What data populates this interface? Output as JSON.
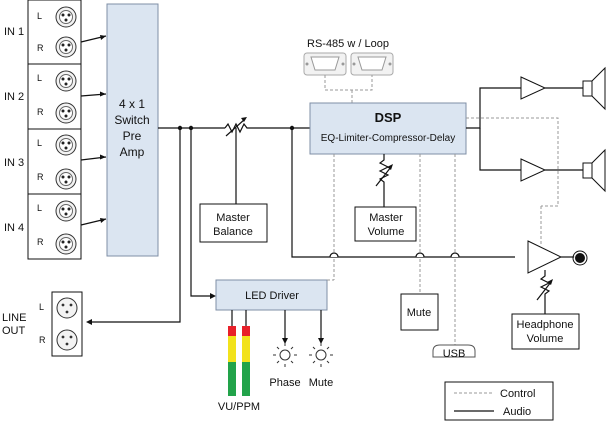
{
  "inputs": [
    {
      "label": "IN 1",
      "left": "L",
      "right": "R"
    },
    {
      "label": "IN 2",
      "left": "L",
      "right": "R"
    },
    {
      "label": "IN 3",
      "left": "L",
      "right": "R"
    },
    {
      "label": "IN 4",
      "left": "L",
      "right": "R"
    }
  ],
  "line_out": {
    "label_line1": "LINE",
    "label_line2": "OUT",
    "left": "L",
    "right": "R"
  },
  "switch_block": {
    "line1": "4 x 1",
    "line2": "Switch",
    "line3": "Pre",
    "line4": "Amp"
  },
  "master_balance": {
    "line1": "Master",
    "line2": "Balance"
  },
  "rs485": {
    "label": "RS-485 w / Loop"
  },
  "dsp": {
    "title": "DSP",
    "subtitle": "EQ-Limiter-Compressor-Delay"
  },
  "master_volume": {
    "line1": "Master",
    "line2": "Volume"
  },
  "led_driver": {
    "label": "LED Driver"
  },
  "mute_box": {
    "label": "Mute"
  },
  "usb": {
    "label": "USB"
  },
  "headphone_volume": {
    "line1": "Headphone",
    "line2": "Volume"
  },
  "indicators": {
    "phase": "Phase",
    "mute": "Mute"
  },
  "vu": {
    "label": "VU/PPM"
  },
  "legend": {
    "control": "Control",
    "audio": "Audio"
  },
  "colors": {
    "block_fill": "#dbe5f1",
    "led_red": "#e8202a",
    "led_yellow": "#f2e21c",
    "led_green": "#22a34a",
    "control_line": "#999999",
    "audio_line": "#111111"
  }
}
